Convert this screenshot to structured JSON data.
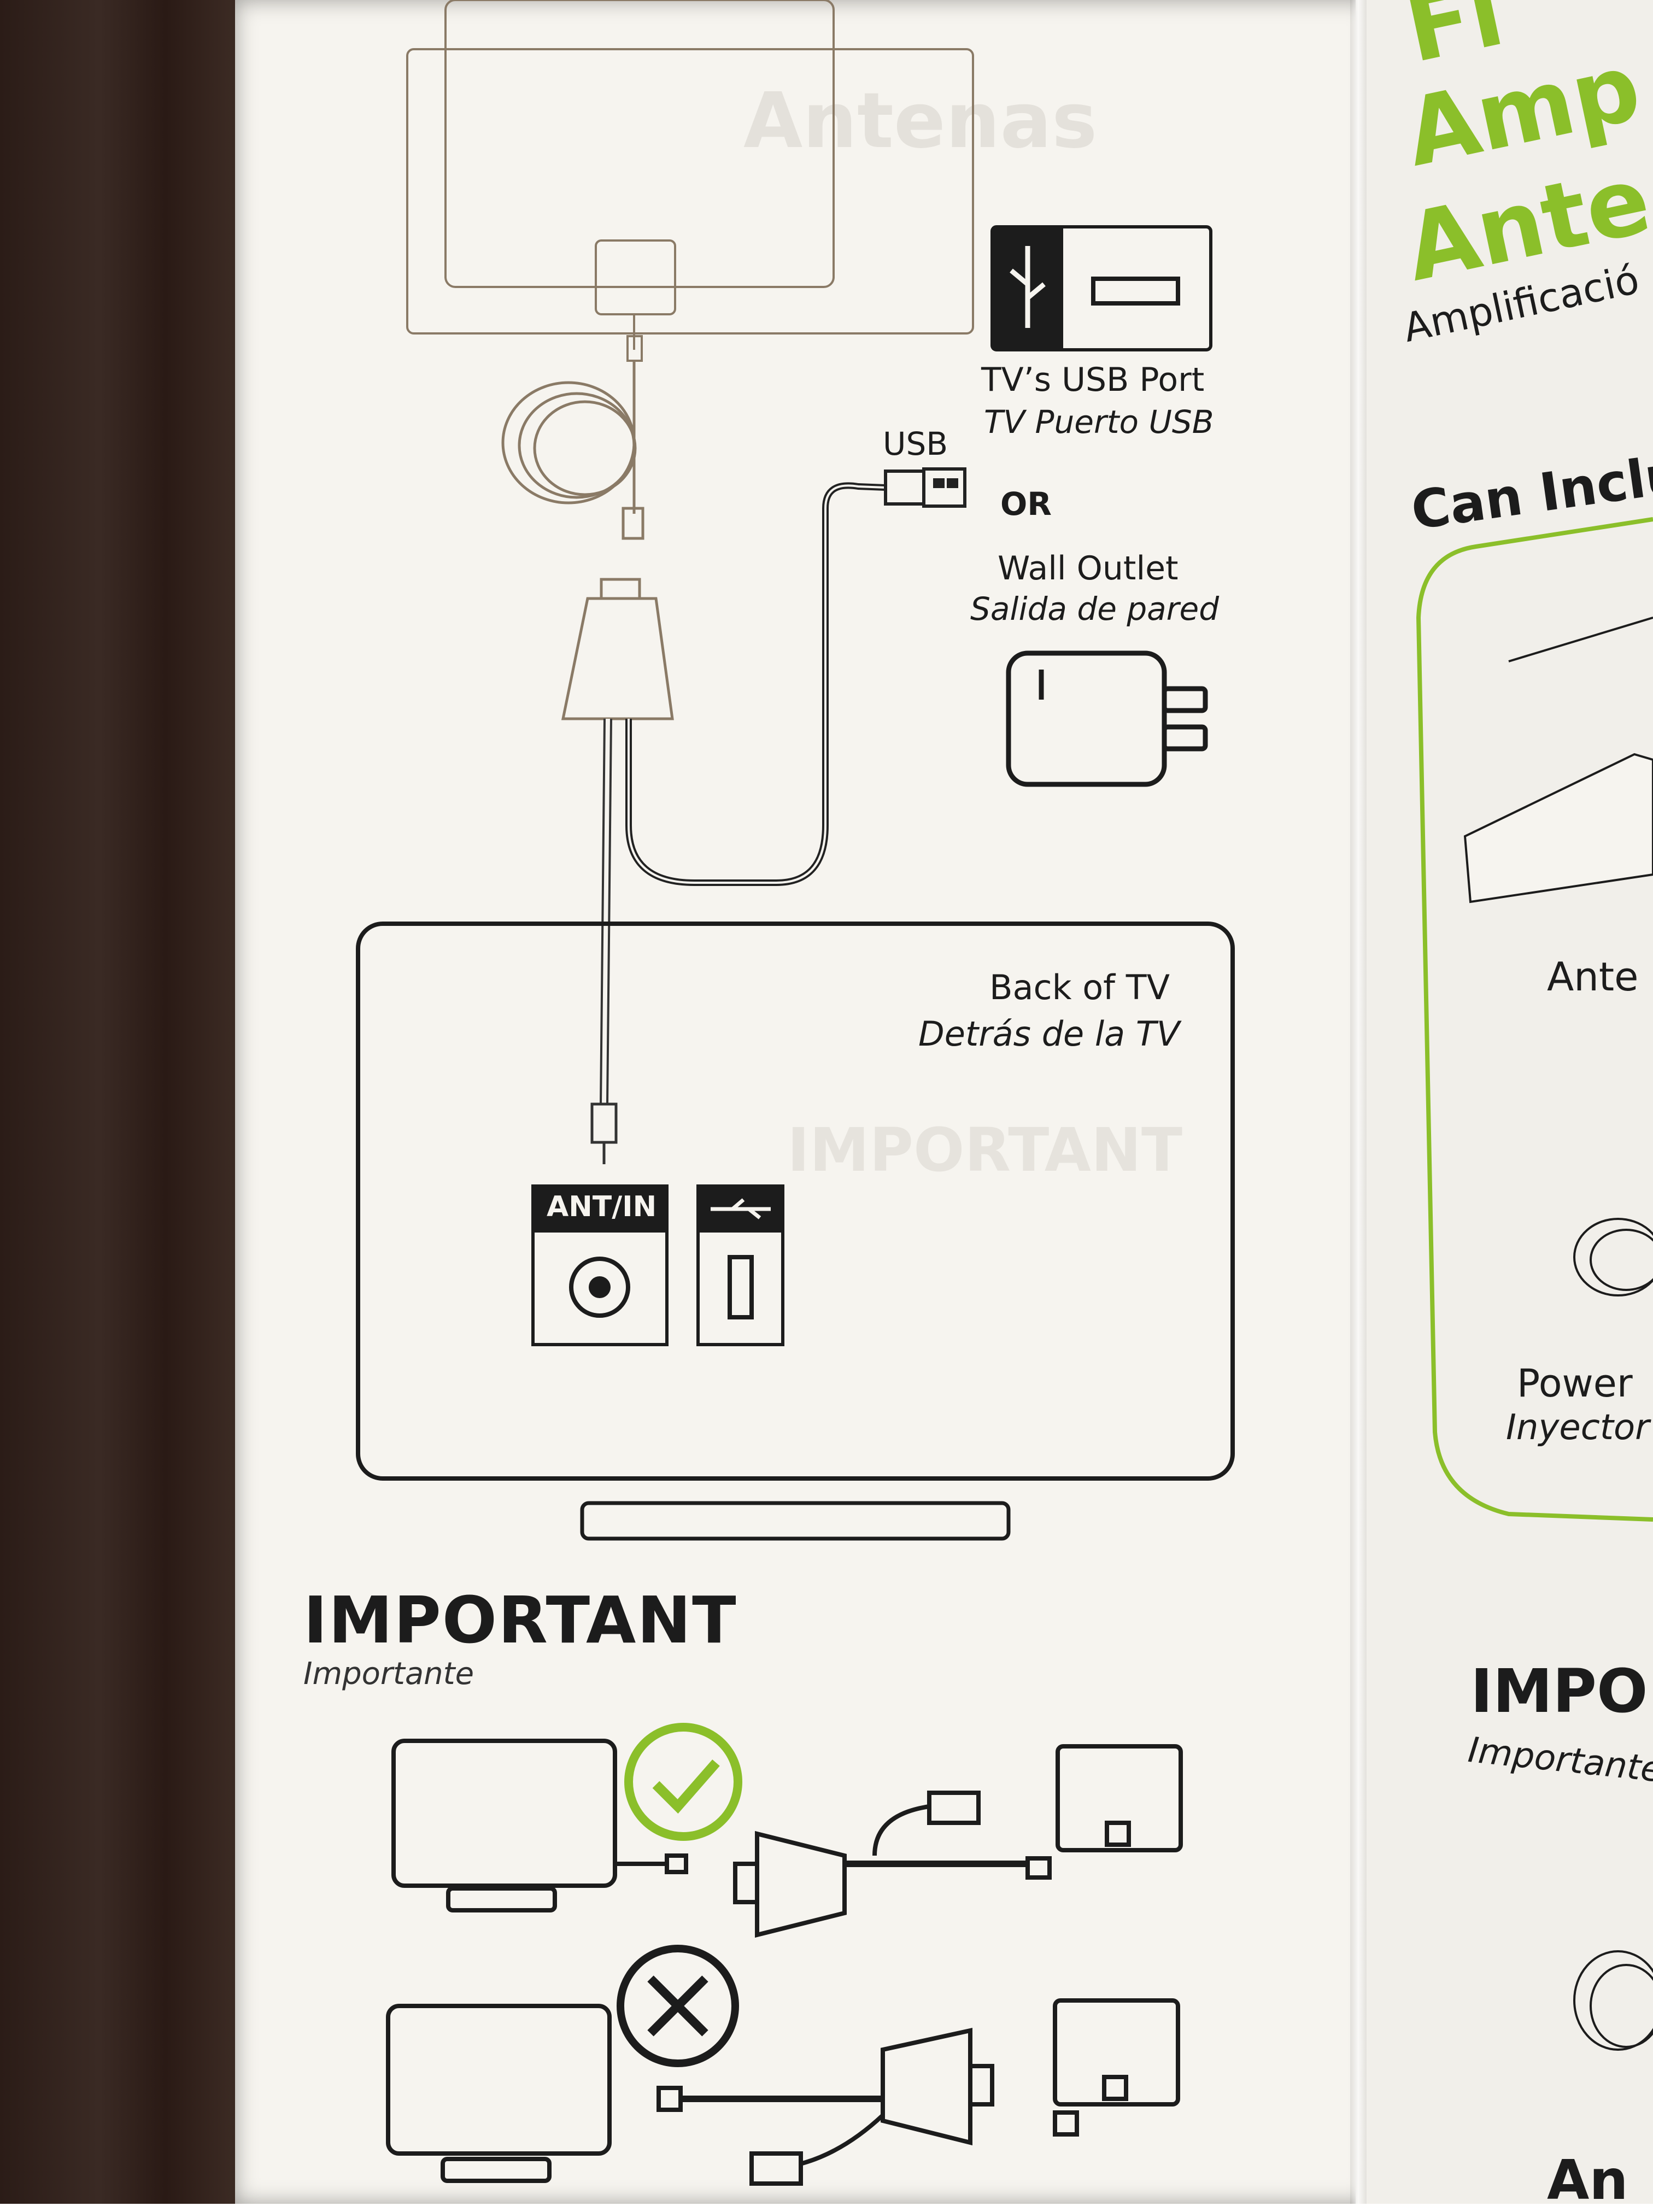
{
  "diagram": {
    "usb_port_title": "TV’s USB Port",
    "usb_port_subtitle": "TV Puerto USB",
    "usb_plug_label": "USB",
    "or_label": "OR",
    "wall_outlet_title": "Wall Outlet",
    "wall_outlet_subtitle": "Salida de pared",
    "back_tv_title": "Back of TV",
    "back_tv_subtitle": "Detrás de la TV",
    "ant_in_label": "ANT/IN"
  },
  "important": {
    "title": "IMPORTANT",
    "subtitle": "Importante"
  },
  "right_panel": {
    "heading_line1": "Fi",
    "heading_line2": "Amp",
    "heading_line3": "Ante",
    "subheading": "Amplificació",
    "can_include": "Can Inclu",
    "antenna_label": "Ante",
    "power_label": "Power",
    "power_subtitle": "Inyector",
    "important_title": "IMPO",
    "important_subtitle": "Importante",
    "bottom_label": "An"
  },
  "colors": {
    "accent_green": "#8bbf2a",
    "ink": "#1c1c1c",
    "paper": "#f6f4ef"
  }
}
